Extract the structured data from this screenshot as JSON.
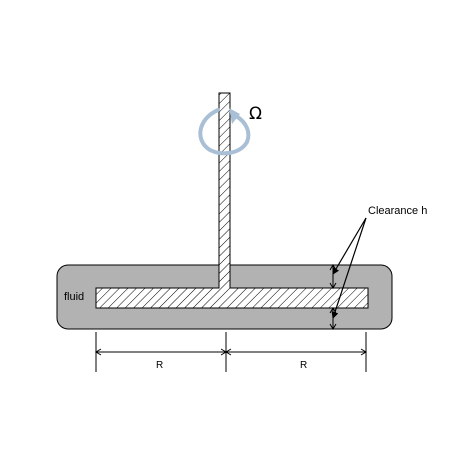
{
  "labels": {
    "omega": "Ω",
    "clearance": "Clearance h",
    "fluid": "fluid",
    "radius_left": "R",
    "radius_right": "R"
  },
  "colors": {
    "fluid": "#b2b2b2",
    "outline": "#000000",
    "hatch": "#000000",
    "solid": "#ffffff",
    "rotation_arrow": "#a9bfd6"
  }
}
